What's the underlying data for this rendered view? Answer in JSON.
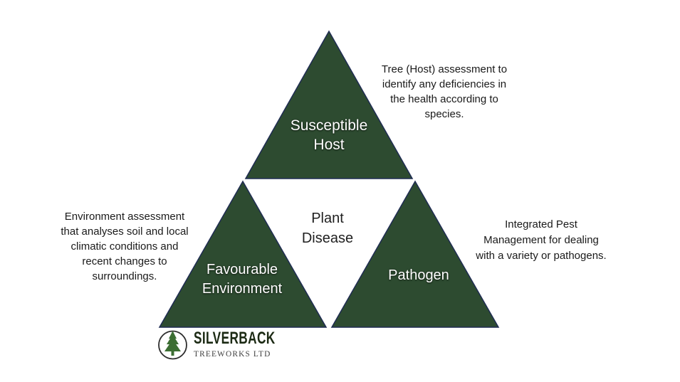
{
  "colors": {
    "background": "#ffffff",
    "triangle_fill": "#2d4b30",
    "triangle_stroke": "#1f2c52",
    "triangle_label": "#ffffff",
    "center_label": "#1f1f1f",
    "note_text": "#1a1a1a",
    "logo_name": "#1c2a14",
    "logo_sub": "#3f3f3f",
    "logo_tree": "#3c6e33",
    "logo_ring": "#2e2e2e"
  },
  "diagram": {
    "center": {
      "line1": "Plant",
      "line2": "Disease"
    },
    "host": {
      "line1": "Susceptible",
      "line2": "Host"
    },
    "environment": {
      "line1": "Favourable",
      "line2": "Environment"
    },
    "pathogen": {
      "line1": "Pathogen"
    },
    "notes": {
      "host": {
        "lines": [
          "Tree (Host) assessment to",
          "identify any deficiencies in",
          "the health according to",
          "species."
        ]
      },
      "environment": {
        "lines": [
          "Environment assessment",
          "that analyses soil and local",
          "climatic conditions and",
          "recent changes to",
          "surroundings."
        ]
      },
      "pathogen": {
        "lines": [
          "Integrated Pest",
          "Management for dealing",
          "with a variety or pathogens."
        ]
      }
    }
  },
  "logo": {
    "name": "SILVERBACK",
    "subtitle": "TREEWORKS LTD"
  }
}
